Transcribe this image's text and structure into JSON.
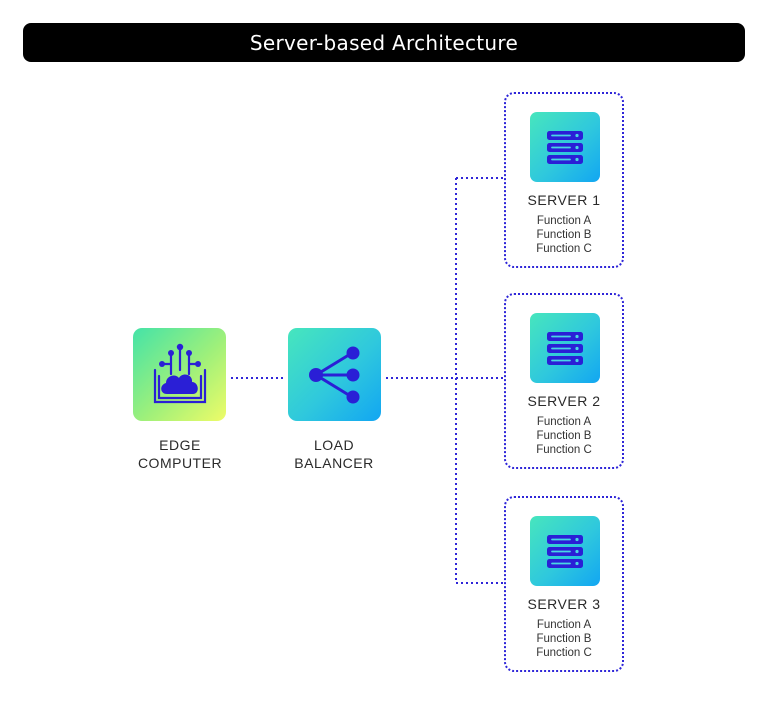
{
  "title": "Server-based Architecture",
  "nodes": {
    "edge": {
      "line1": "EDGE",
      "line2": "COMPUTER",
      "icon": "cloud-network-icon"
    },
    "load_balancer": {
      "line1": "LOAD",
      "line2": "BALANCER",
      "icon": "share-icon"
    }
  },
  "servers": [
    {
      "name": "SERVER 1",
      "functions": [
        "Function A",
        "Function B",
        "Function C"
      ],
      "icon": "server-rack-icon"
    },
    {
      "name": "SERVER 2",
      "functions": [
        "Function A",
        "Function B",
        "Function C"
      ],
      "icon": "server-rack-icon"
    },
    {
      "name": "SERVER 3",
      "functions": [
        "Function A",
        "Function B",
        "Function C"
      ],
      "icon": "server-rack-icon"
    }
  ],
  "colors": {
    "title_bg": "#000000",
    "connector": "#2f26d8",
    "icon_blue": "#2a1fd6",
    "edge_gradient": [
      "#44e3a8",
      "#eefc68"
    ],
    "server_gradient": [
      "#47e6bd",
      "#12a6f2"
    ]
  }
}
